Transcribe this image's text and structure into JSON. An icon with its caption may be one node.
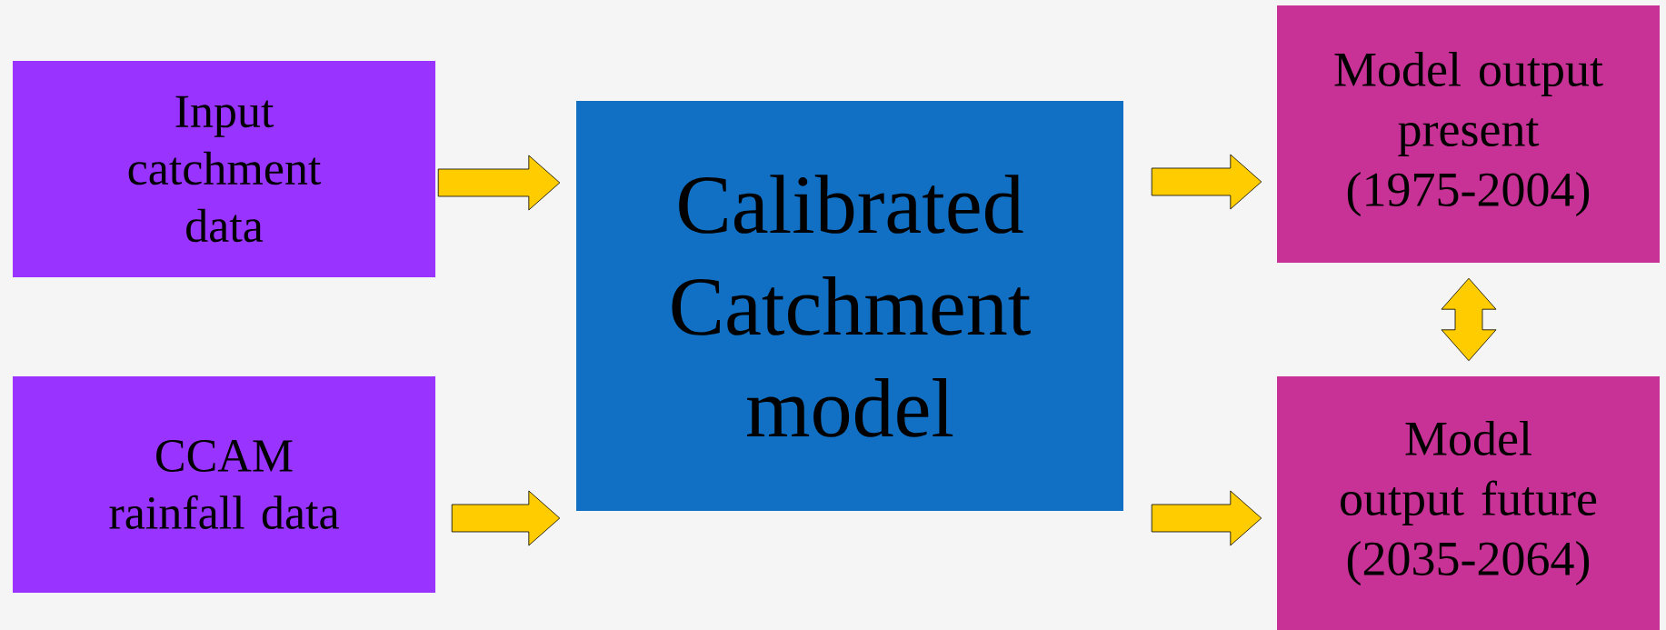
{
  "diagram": {
    "nodes": [
      {
        "text": [
          "Input catchment data"
        ]
      },
      {
        "text": [
          "CCAM rainfall data"
        ]
      },
      {
        "text": [
          "Calibrated Catchment model"
        ]
      },
      {
        "text": [
          "Model output present (1975-2004)"
        ]
      },
      {
        "text": [
          "Model output future (2035-2064)"
        ]
      }
    ],
    "edges": [
      {
        "from": 0,
        "to": 2,
        "arrow": "to"
      },
      {
        "from": 1,
        "to": 2,
        "arrow": "to"
      },
      {
        "from": 2,
        "to": 3,
        "arrow": "to"
      },
      {
        "from": 2,
        "to": 4,
        "arrow": "to"
      },
      {
        "from": 3,
        "to": 4,
        "arrow": "both"
      }
    ]
  }
}
